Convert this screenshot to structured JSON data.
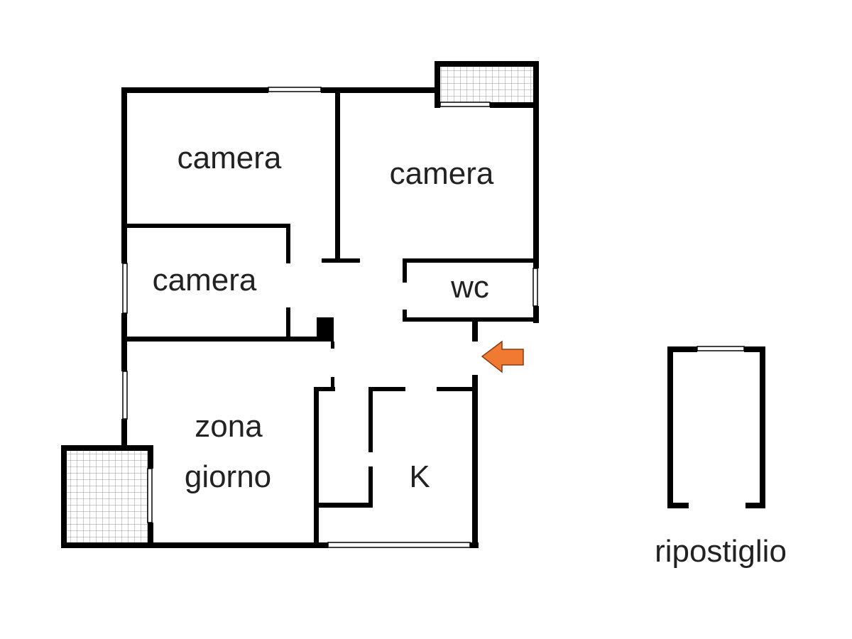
{
  "floorplan": {
    "rooms": {
      "camera_top_left": "camera",
      "camera_top_right": "camera",
      "camera_middle": "camera",
      "wc": "wc",
      "zona_line1": "zona",
      "zona_line2": "giorno",
      "kitchen": "K",
      "storage": "ripostiglio"
    },
    "symbols": {
      "entrance": "arrow-left-icon",
      "balcony": "balcony-tile-pattern"
    },
    "colors": {
      "walls": "#000000",
      "background": "#ffffff",
      "entrance_arrow": "#F07A32",
      "balcony_grid": "#9a9a9a"
    }
  }
}
